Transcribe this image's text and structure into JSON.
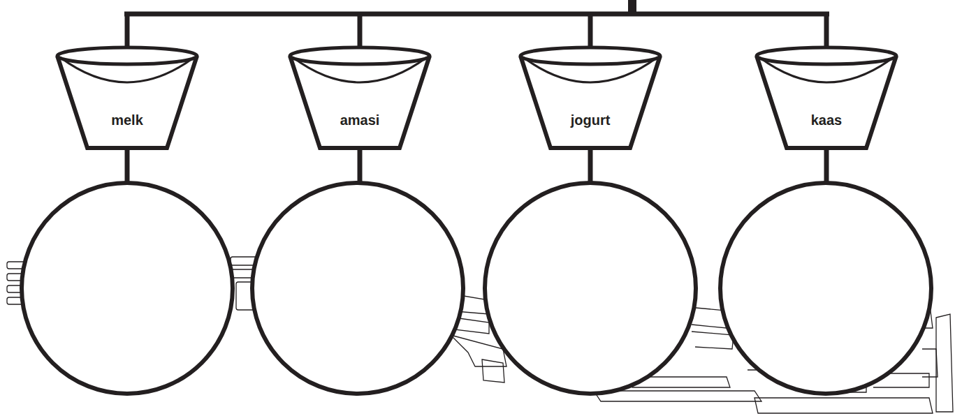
{
  "diagram": {
    "nodes": [
      {
        "text": [
          "melk"
        ]
      },
      {
        "text": [
          "amasi"
        ]
      },
      {
        "text": [
          "jogurt"
        ]
      },
      {
        "text": [
          "kaas"
        ]
      }
    ]
  }
}
